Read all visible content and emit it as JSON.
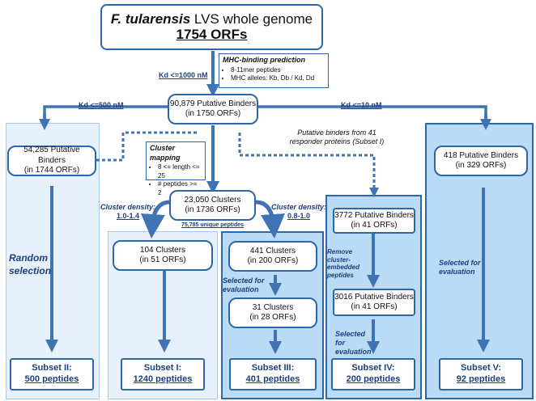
{
  "top": {
    "title_italic": "F. tularensis",
    "title_rest": " LVS whole genome",
    "orfs": "1754 ORFs"
  },
  "mhc_note": {
    "title": "MHC-binding prediction",
    "items": [
      "8-11mer peptides",
      "MHC alleles: Kb, Db / Kd, Dd"
    ]
  },
  "kd_1000": "Kd <=1000 nM",
  "kd_500": "Kd <=500 nM",
  "kd_10": "Kd <=10 nM",
  "putative_main": {
    "line1": "90,879 Putative Binders",
    "line2": "(in 1750 ORFs)"
  },
  "left_box": {
    "line1": "54,285 Putative Binders",
    "line2": "(in 1744 ORFs)"
  },
  "random_selection": "Random selection",
  "cluster_note": {
    "title": "Cluster mapping",
    "items": [
      "8 <= length <= 25",
      "# peptides >= 2"
    ]
  },
  "responder_note": "Putative binders from 41 responder proteins (Subset I)",
  "clusters_box": {
    "line1": "23,050 Clusters",
    "line2": "(in 1736 ORFs)",
    "line3": "75,785 unique peptides"
  },
  "density_left": {
    "label": "Cluster density:",
    "value": "1.0-1.4"
  },
  "density_right": {
    "label": "Cluster density:",
    "value": "0.8-1.0"
  },
  "box_104": {
    "line1": "104 Clusters",
    "line2": "(in 51 ORFs)"
  },
  "box_441": {
    "line1": "441 Clusters",
    "line2": "(in 200 ORFs)"
  },
  "selected_eval_1": "Selected for evaluation",
  "box_31": {
    "line1": "31 Clusters",
    "line2": "(in 28 ORFs)"
  },
  "box_3772": {
    "line1": "3772 Putative Binders",
    "line2": "(in 41 ORFs)"
  },
  "remove_label": "Remove cluster-embedded peptides",
  "box_3016": {
    "line1": "3016 Putative Binders",
    "line2": "(in 41 ORFs)"
  },
  "selected_eval_2": "Selected for evaluation",
  "box_418": {
    "line1": "418 Putative Binders",
    "line2": "(in 329 ORFs)"
  },
  "selected_eval_3": "Selected for evaluation",
  "subsets": [
    {
      "name": "Subset II:",
      "count": "500 peptides"
    },
    {
      "name": "Subset I:",
      "count": "1240 peptides"
    },
    {
      "name": "Subset III:",
      "count": "401 peptides"
    },
    {
      "name": "Subset IV:",
      "count": "200 peptides"
    },
    {
      "name": "Subset V:",
      "count": "92 peptides"
    }
  ],
  "colors": {
    "arrow": "#3f73b3",
    "panel_border": "#2f66a6",
    "text_accent": "#1e3f7a"
  }
}
